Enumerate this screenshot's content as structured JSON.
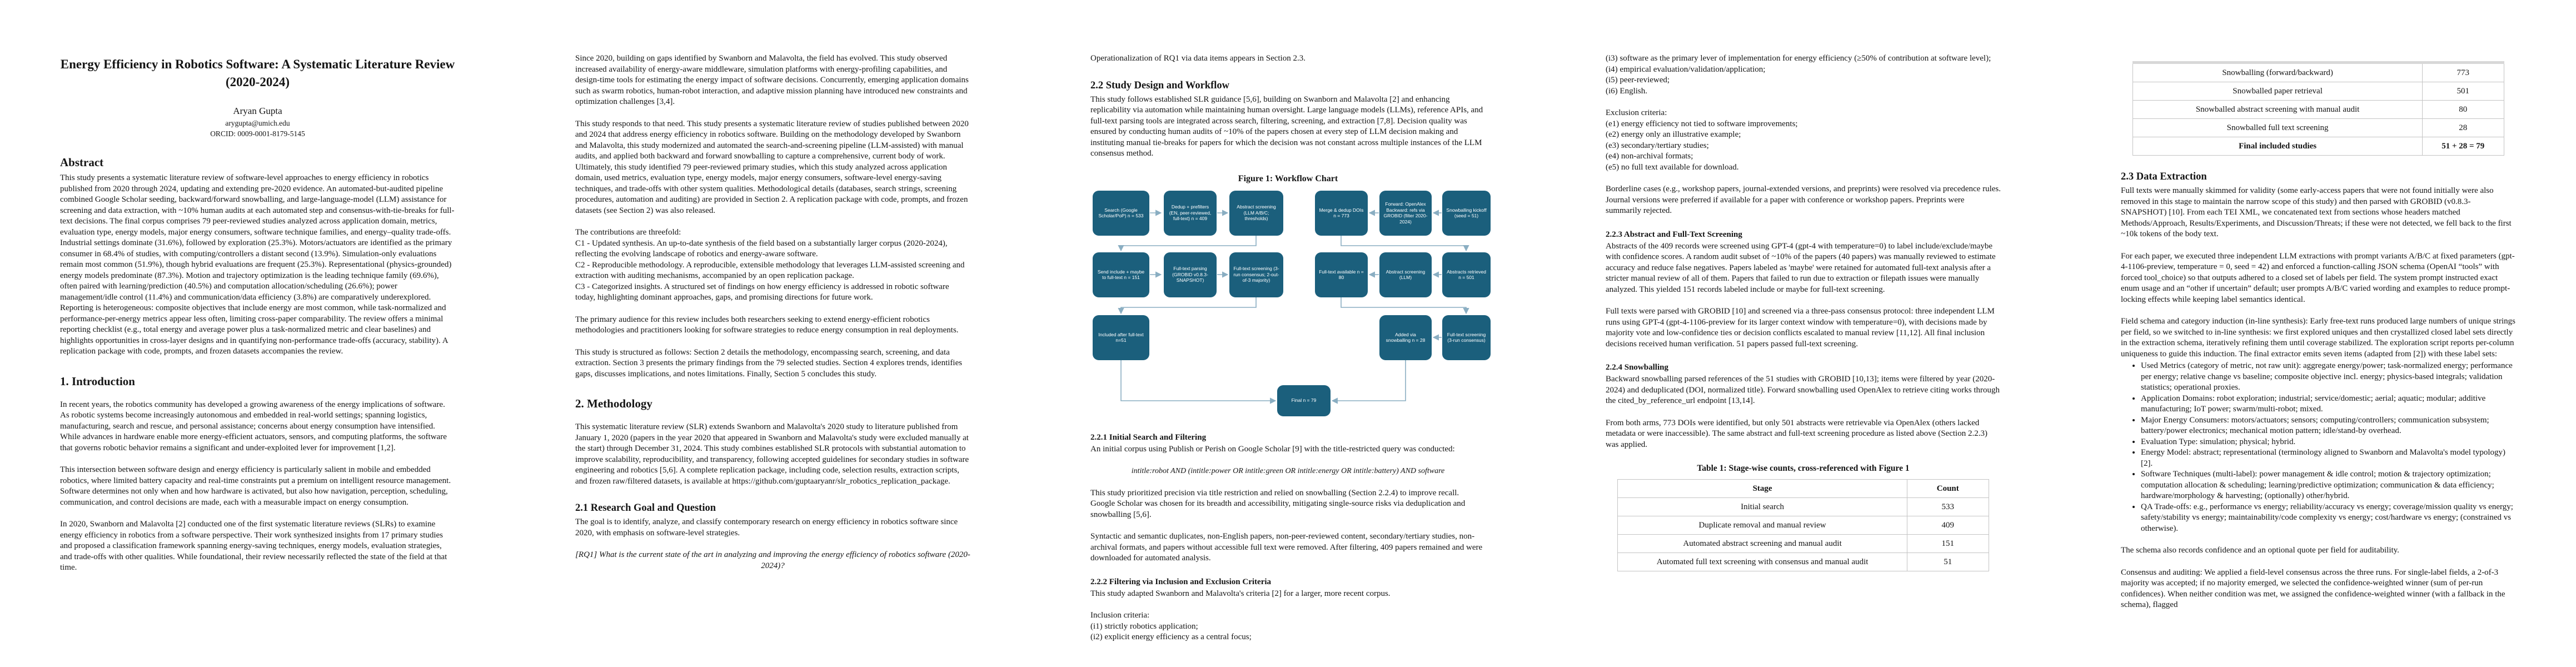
{
  "colors": {
    "flow_box": "#1b5f7c",
    "flow_arrow": "#8aaec2",
    "table_border": "#c4c4c4"
  },
  "page1": {
    "title": "Energy Efficiency in Robotics Software: A Systematic Literature Review (2020-2024)",
    "author": "Aryan Gupta",
    "email": "arygupta@umich.edu",
    "orcid": "ORCID: 0009-0001-8179-5145",
    "abstract_heading": "Abstract",
    "abstract": "This study presents a systematic literature review of software-level approaches to energy efficiency in robotics published from 2020 through 2024, updating and extending pre-2020 evidence. An automated-but-audited pipeline combined Google Scholar seeding, backward/forward snowballing, and large-language-model (LLM) assistance for screening and data extraction, with ~10% human audits at each automated step and consensus-with-tie-breaks for full-text decisions. The final corpus comprises 79 peer-reviewed studies analyzed across application domain, metrics, evaluation type, energy models, major energy consumers, software technique families, and energy–quality trade-offs. Industrial settings dominate (31.6%), followed by exploration (25.3%). Motors/actuators are identified as the primary consumer in 68.4% of studies, with computing/controllers a distant second (13.9%). Simulation-only evaluations remain most common (51.9%), though hybrid evaluations are frequent (25.3%). Representational (physics-grounded) energy models predominate (87.3%). Motion and trajectory optimization is the leading technique family (69.6%), often paired with learning/prediction (40.5%) and computation allocation/scheduling (26.6%); power management/idle control (11.4%) and communication/data efficiency (3.8%) are comparatively underexplored. Reporting is heterogeneous: composite objectives that include energy are most common, while task-normalized and performance-per-energy metrics appear less often, limiting cross-paper comparability. The review offers a minimal reporting checklist (e.g., total energy and average power plus a task-normalized metric and clear baselines) and highlights opportunities in cross-layer designs and in quantifying non-performance trade-offs (accuracy, stability). A replication package with code, prompts, and frozen datasets accompanies the review.",
    "intro_heading": "1. Introduction",
    "intro_p1": "In recent years, the robotics community has developed a growing awareness of the energy implications of software. As robotic systems become increasingly autonomous and embedded in real-world settings; spanning logistics, manufacturing, search and rescue, and personal assistance; concerns about energy consumption have intensified. While advances in hardware enable more energy-efficient actuators, sensors, and computing platforms, the software that governs robotic behavior remains a significant and under-exploited lever for improvement [1,2].",
    "intro_p2": "This intersection between software design and energy efficiency is particularly salient in mobile and embedded robotics, where limited battery capacity and real-time constraints put a premium on intelligent resource management. Software determines not only when and how hardware is activated, but also how navigation, perception, scheduling, communication, and control decisions are made, each with a measurable impact on energy consumption.",
    "intro_p3": "In 2020, Swanborn and Malavolta [2] conducted one of the first systematic literature reviews (SLRs) to examine energy efficiency in robotics from a software perspective. Their work synthesized insights from 17 primary studies and proposed a classification framework spanning energy-saving techniques, energy models, evaluation strategies, and trade-offs with other qualities. While foundational, their review necessarily reflected the state of the field at that time."
  },
  "page2": {
    "p1": "Since 2020, building on gaps identified by Swanborn and Malavolta, the field has evolved. This study observed increased availability of energy-aware middleware, simulation platforms with energy-profiling capabilities, and design-time tools for estimating the energy impact of software decisions. Concurrently, emerging application domains such as swarm robotics, human-robot interaction, and adaptive mission planning have introduced new constraints and optimization challenges [3,4].",
    "p2": "This study responds to that need. This study presents a systematic literature review of studies published between 2020 and 2024 that address energy efficiency in robotics software. Building on the methodology developed by Swanborn and Malavolta, this study modernized and automated the search-and-screening pipeline (LLM-assisted) with manual audits, and applied both backward and forward snowballing to capture a comprehensive, current body of work. Ultimately, this study identified 79 peer-reviewed primary studies, which this study analyzed across application domain, used metrics, evaluation type, energy models, major energy consumers, software-level energy-saving techniques, and trade-offs with other system qualities. Methodological details (databases, search strings, screening procedures, automation and auditing) are provided in Section 2. A replication package with code, prompts, and frozen datasets (see Section 2) was also released.",
    "contrib_intro": "The contributions are threefold:",
    "c1": "C1 - Updated synthesis. An up-to-date synthesis of the field based on a substantially larger corpus (2020-2024), reflecting the evolving landscape of robotics and energy-aware software.",
    "c2": "C2 - Reproducible methodology. A reproducible, extensible methodology that leverages LLM-assisted screening and extraction with auditing mechanisms, accompanied by an open replication package.",
    "c3": "C3 - Categorized insights. A structured set of findings on how energy efficiency is addressed in robotic software today, highlighting dominant approaches, gaps, and promising directions for future work.",
    "p3": "The primary audience for this review includes both researchers seeking to extend energy-efficient robotics methodologies and practitioners looking for software strategies to reduce energy consumption in real deployments.",
    "p4": "This study is structured as follows: Section 2 details the methodology, encompassing search, screening, and data extraction. Section 3 presents the primary findings from the 79 selected studies. Section 4 explores trends, identifies gaps, discusses implications, and notes limitations. Finally, Section 5 concludes this study.",
    "methodology_heading": "2. Methodology",
    "p5": "This systematic literature review (SLR) extends Swanborn and Malavolta's 2020 study to literature published from January 1, 2020 (papers in the year 2020 that appeared in Swanborn and Malavolta's study were excluded manually at the start) through December 31, 2024. This study  combines established SLR protocols with substantial automation to improve scalability, reproducibility, and transparency, following accepted guidelines for secondary studies in software engineering and robotics [5,6]. A complete replication package, including code, selection results, extraction scripts, and frozen raw/filtered datasets, is available at https://github.com/guptaaryanr/slr_robotics_replication_package.",
    "s21_heading": "2.1 Research Goal and Question",
    "p6": "The goal is to identify, analyze, and classify contemporary research on energy efficiency in robotics software since 2020, with emphasis on software-level strategies.",
    "rq": "[RQ1] What is the current state of the art in analyzing and improving the energy efficiency of robotics software (2020-2024)?"
  },
  "page3": {
    "p1": "Operationalization of RQ1 via data items appears in Section 2.3.",
    "s22_heading": "2.2 Study Design and Workflow",
    "p2": "This study follows established SLR guidance [5,6], building on Swanborn and Malavolta [2] and enhancing replicability via automation while maintaining human oversight. Large language models (LLMs), reference APIs, and full-text parsing tools are integrated across search, filtering, screening, and extraction [7,8]. Decision quality was ensured by conducting human audits of ~10% of the papers chosen at every step of LLM decision making and instituting manual tie-breaks for papers for which the decision was not constant across multiple instances of the LLM consensus method.",
    "fig_caption": "Figure 1: Workflow Chart",
    "flow": {
      "b1": "Search (Google Scholar/PoP) n = 533",
      "b2": "Dedup + prefilters (EN, peer-reviewed, full-text) n = 409",
      "b3": "Abstract screening (LLM A/B/C; thresholds)",
      "b4": "Merge & dedup DOIs n = 773",
      "b5": "Forward: OpenAlex Backward: refs via GROBID (filter 2020-2024)",
      "b6": "Snowballing kickoff (seed = 51)",
      "b7": "Send include + maybe to full-text n = 151",
      "b8": "Full-text parsing (GROBID v0.8.3-SNAPSHOT)",
      "b9": "Full-text screening (3-run consensus; 2-out-of-3 majority)",
      "b10": "Full-text available n = 80",
      "b11": "Abstract screening (LLM)",
      "b12": "Abstracts retrieved n = 501",
      "b13": "Included after full-text n=51",
      "b14": "Added via snowballing n = 28",
      "b15": "Full-text screening (3-run consensus)",
      "b16": "Final n = 79"
    },
    "s221_heading": "2.2.1 Initial Search and Filtering",
    "p3": "An initial corpus using Publish or Perish on Google Scholar [9] with the title-restricted query was conducted:",
    "query": "intitle:robot AND (intitle:power OR intitle:green OR intitle:energy OR intitle:battery) AND software",
    "p4": "This study prioritized precision via title restriction and relied on snowballing (Section 2.2.4) to improve recall. Google Scholar was chosen for its breadth and accessibility, mitigating single-source risks via deduplication and snowballing [5,6].",
    "p5": "Syntactic and semantic duplicates, non-English papers, non-peer-reviewed content, secondary/tertiary studies, non-archival formats, and papers without accessible full text were removed. After filtering, 409 papers remained and were downloaded for automated analysis.",
    "s222_heading": "2.2.2 Filtering via Inclusion and Exclusion Criteria",
    "p6": "This study adapted Swanborn and Malavolta's criteria [2] for a larger, more recent corpus.",
    "inclusion_label": "Inclusion criteria:",
    "i1": "(i1) strictly robotics application;",
    "i2": "(i2) explicit energy efficiency as a central focus;"
  },
  "page4": {
    "i3": "(i3) software as the primary lever of implementation for energy efficiency (≥50% of contribution at software level);",
    "i4": "(i4) empirical evaluation/validation/application;",
    "i5": "(i5) peer-reviewed;",
    "i6": "(i6) English.",
    "exclusion_label": "Exclusion criteria:",
    "e1": "(e1) energy efficiency not tied to software improvements;",
    "e2": "(e2) energy only an illustrative example;",
    "e3": "(e3) secondary/tertiary studies;",
    "e4": "(e4) non-archival formats;",
    "e5": "(e5) no full text available for download.",
    "p1": "Borderline cases (e.g., workshop papers, journal-extended versions, and preprints) were resolved via precedence rules. Journal versions were preferred if available for a paper with conference or workshop papers. Preprints were summarily rejected.",
    "s223_heading": "2.2.3 Abstract and Full-Text Screening",
    "p2": "Abstracts of the 409 records were screened using GPT-4 (gpt-4 with temperature=0) to label include/exclude/maybe with confidence scores. A random audit subset of ~10% of the papers (40 papers) was manually reviewed to estimate accuracy and reduce false negatives. Papers labeled as 'maybe' were retained for automated full-text analysis after a stricter manual review of all of them. Papers that failed to run due to extraction or filepath issues were manually analyzed. This yielded 151 records labeled include or maybe for full-text screening.",
    "p3": "Full texts were parsed with GROBID [10] and screened via a three-pass consensus protocol: three independent LLM runs using GPT-4 (gpt-4-1106-preview for its larger context window with temperature=0), with decisions made by majority vote and low-confidence ties or decision conflicts escalated to manual review [11,12]. All final inclusion decisions received human verification. 51 papers passed full-text screening.",
    "s224_heading": "2.2.4 Snowballing",
    "p4": "Backward snowballing parsed references of the 51 studies with GROBID [10,13]; items were filtered by year (2020-2024) and deduplicated (DOI, normalized title). Forward snowballing used OpenAlex to retrieve citing works through the cited_by_reference_url endpoint [13,14].",
    "p5": "From both arms, 773 DOIs were identified, but only 501 abstracts were retrievable via OpenAlex (others lacked metadata or were inaccessible). The same abstract and full-text screening procedure as listed above (Section 2.2.3) was applied.",
    "table_caption": "Table 1: Stage-wise counts, cross-referenced with Figure 1",
    "table": {
      "headers": [
        "Stage",
        "Count"
      ],
      "rows": [
        [
          "Initial search",
          "533"
        ],
        [
          "Duplicate removal and manual review",
          "409"
        ],
        [
          "Automated abstract screening and manual audit",
          "151"
        ],
        [
          "Automated full text screening with consensus and manual audit",
          "51"
        ]
      ]
    }
  },
  "page5": {
    "table_rows": [
      [
        "Snowballing (forward/backward)",
        "773"
      ],
      [
        "Snowballed paper retrieval",
        "501"
      ],
      [
        "Snowballed abstract screening with manual audit",
        "80"
      ],
      [
        "Snowballed full text screening",
        "28"
      ]
    ],
    "table_final": [
      "Final included studies",
      "51 + 28 = 79"
    ],
    "s23_heading": "2.3 Data Extraction",
    "p1": "Full texts were manually skimmed for validity (some early-access papers that were not found initially were also removed in this stage to maintain the narrow scope of this study) and then parsed with GROBID (v0.8.3-SNAPSHOT) [10]. From each TEI XML, we concatenated text from sections whose headers matched Methods/Approach, Results/Experiments, and Discussion/Threats; if these were not detected, we fell back to the first ~10k tokens of the body text.",
    "p2": "For each paper, we executed three independent LLM extractions with prompt variants A/B/C at fixed parameters (gpt-4-1106-preview, temperature = 0, seed = 42) and enforced a function-calling JSON schema (OpenAI “tools” with forced tool_choice) so that outputs adhered to a closed set of labels per field. The system prompt instructed exact enum usage and an “other if uncertain” default; user prompts A/B/C varied wording and examples to reduce prompt-locking effects while keeping label semantics identical.",
    "p3": "Field schema and category induction (in-line synthesis): Early free-text runs produced large numbers of unique strings per field, so we switched to in-line synthesis: we first explored uniques and then crystallized closed label sets directly in the extraction schema, iteratively refining them until coverage stabilized. The exploration script reports per-column uniqueness to guide this induction. The final extractor emits seven items (adapted from [2]) with these label sets:",
    "bullets": [
      "Used Metrics (category of metric, not raw unit): aggregate energy/power; task-normalized energy; performance per energy; relative change vs baseline; composite objective incl. energy; physics-based integrals; validation statistics; operational proxies.",
      "Application Domains: robot exploration; industrial; service/domestic; aerial; aquatic; modular; additive manufacturing; IoT power; swarm/multi-robot; mixed.",
      "Major Energy Consumers: motors/actuators; sensors; computing/controllers; communication subsystem; battery/power electronics; mechanical motion pattern; idle/stand-by overhead.",
      "Evaluation Type: simulation; physical; hybrid.",
      "Energy Model: abstract; representational (terminology aligned to Swanborn and Malavolta's model typology) [2].",
      "Software Techniques (multi-label): power management & idle control; motion & trajectory optimization; computation allocation & scheduling; learning/predictive optimization; communication & data efficiency; hardware/morphology & harvesting; (optionally) other/hybrid.",
      "QA Trade-offs: e.g., performance vs energy; reliability/accuracy vs energy; coverage/mission quality vs energy; safety/stability vs energy; maintainability/code complexity vs energy; cost/hardware vs energy; (constrained vs otherwise)."
    ],
    "p4": "The schema also records confidence and an optional quote per field for auditability.",
    "p5": "Consensus and auditing: We applied a field-level consensus across the three runs. For single-label fields, a 2-of-3 majority was accepted; if no majority emerged, we selected the confidence-weighted winner (sum of per-run confidences). When neither condition was met, we assigned the confidence-weighted winner (with a fallback in the schema), flagged"
  }
}
